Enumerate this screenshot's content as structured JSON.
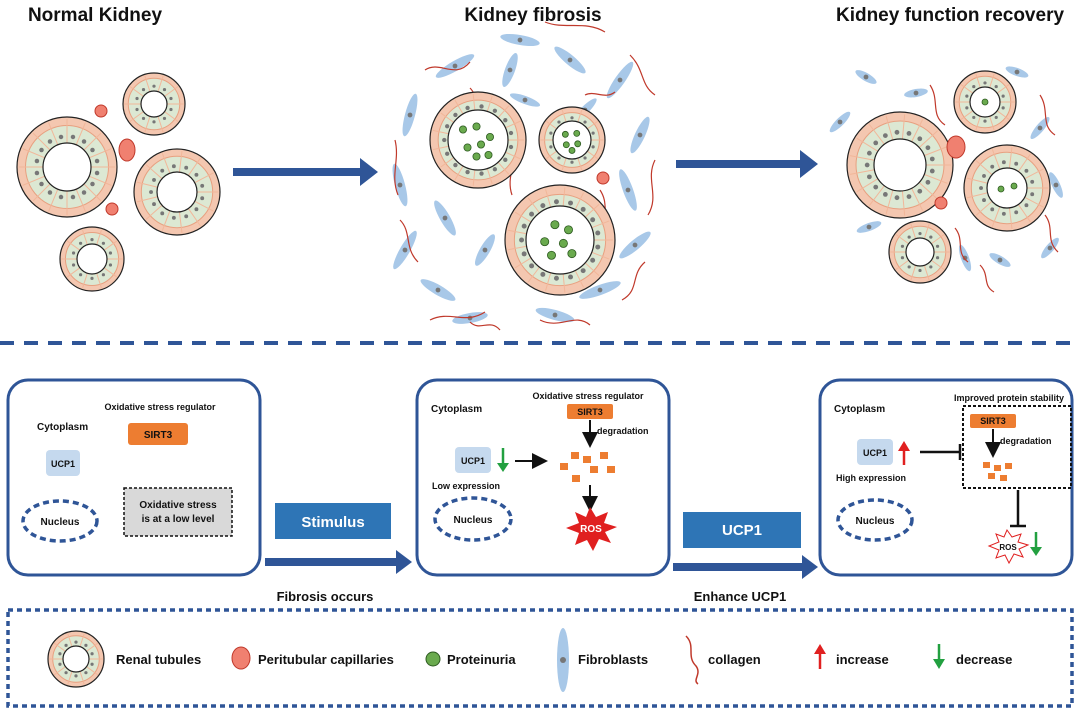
{
  "titles": {
    "normal": "Normal Kidney",
    "fibrosis": "Kidney fibrosis",
    "recovery": "Kidney function recovery"
  },
  "panel1": {
    "cytoplasm": "Cytoplasm",
    "regulator": "Oxidative stress regulator",
    "sirt3": "SIRT3",
    "ucp1": "UCP1",
    "nucleus": "Nucleus",
    "stress_line1": "Oxidative stress",
    "stress_line2": "is at a low level"
  },
  "panel2": {
    "cytoplasm": "Cytoplasm",
    "regulator": "Oxidative stress regulator",
    "sirt3": "SIRT3",
    "degradation": "degradation",
    "ucp1": "UCP1",
    "low_expression": "Low expression",
    "nucleus": "Nucleus",
    "ros": "ROS"
  },
  "panel3": {
    "cytoplasm": "Cytoplasm",
    "stability": "Improved protein stability",
    "sirt3": "SIRT3",
    "degradation": "degradation",
    "ucp1": "UCP1",
    "high_expression": "High expression",
    "nucleus": "Nucleus",
    "ros": "ROS"
  },
  "steps": {
    "stimulus": "Stimulus",
    "fibrosis_occurs": "Fibrosis occurs",
    "ucp1": "UCP1",
    "enhance": "Enhance UCP1"
  },
  "legend": {
    "tubules": "Renal tubules",
    "capillaries": "Peritubular capillaries",
    "proteinuria": "Proteinuria",
    "fibroblasts": "Fibroblasts",
    "collagen": "collagen",
    "increase": "increase",
    "decrease": "decrease"
  },
  "colors": {
    "arrow_blue": "#2f5597",
    "panel_border": "#2f5597",
    "tubule_outer": "#f4c7b0",
    "tubule_inner": "#dce8d3",
    "capillary": "#f08070",
    "proteinuria": "#6aaa4e",
    "fibroblast": "#a8c8e8",
    "collagen": "#c0392b",
    "sirt3": "#ed7d31",
    "ucp1_box": "#c5d9ee",
    "increase": "#e02020",
    "decrease": "#22a040"
  }
}
